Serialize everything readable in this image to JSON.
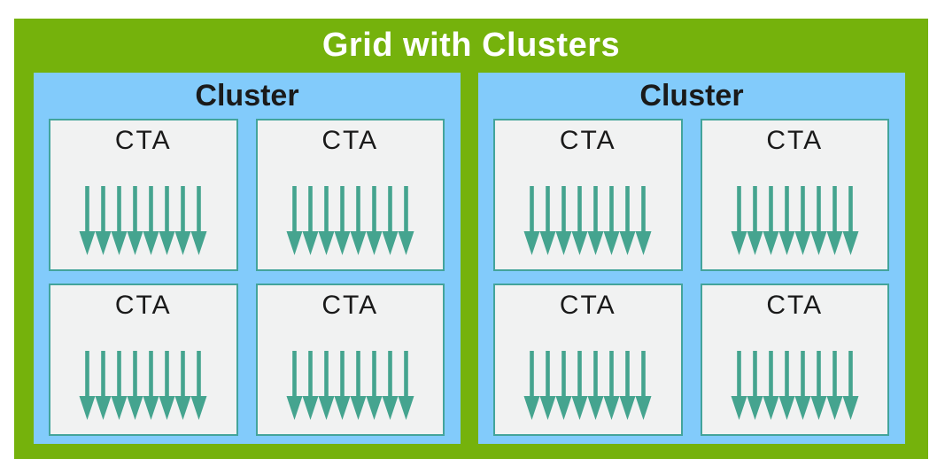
{
  "diagram": {
    "title": "Grid with Clusters",
    "colors": {
      "grid_green": "#75B20C",
      "cluster_blue": "#82CBFB",
      "cta_fill": "#F1F2F2",
      "cta_border": "#43A49B",
      "arrow_teal": "#45A48F",
      "title_text": "#FFFFFF",
      "label_text": "#1A1A1A"
    },
    "clusters": [
      {
        "label": "Cluster",
        "ctas": [
          {
            "label": "CTA",
            "arrow_count": 8
          },
          {
            "label": "CTA",
            "arrow_count": 8
          },
          {
            "label": "CTA",
            "arrow_count": 8
          },
          {
            "label": "CTA",
            "arrow_count": 8
          }
        ]
      },
      {
        "label": "Cluster",
        "ctas": [
          {
            "label": "CTA",
            "arrow_count": 8
          },
          {
            "label": "CTA",
            "arrow_count": 8
          },
          {
            "label": "CTA",
            "arrow_count": 8
          },
          {
            "label": "CTA",
            "arrow_count": 8
          }
        ]
      }
    ]
  }
}
